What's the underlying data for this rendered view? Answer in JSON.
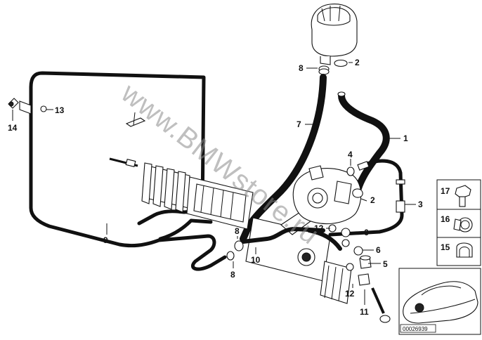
{
  "watermark": "www.BMWstore.ru",
  "diagram_code": "00026939",
  "callouts": {
    "c1": "1",
    "c2a": "2",
    "c2b": "2",
    "c3": "3",
    "c4": "4",
    "c5": "5",
    "c6a": "6",
    "c6b": "6",
    "c7": "7",
    "c8a": "8",
    "c8b": "8",
    "c8c": "8",
    "c9": "9",
    "c10": "10",
    "c11": "11",
    "c12a": "12",
    "c12b": "12",
    "c13": "13",
    "c14": "14",
    "c15": "15",
    "c16": "16",
    "c17": "17"
  },
  "colors": {
    "ink": "#111111",
    "background": "#ffffff",
    "watermark": "#8a8a8a"
  }
}
